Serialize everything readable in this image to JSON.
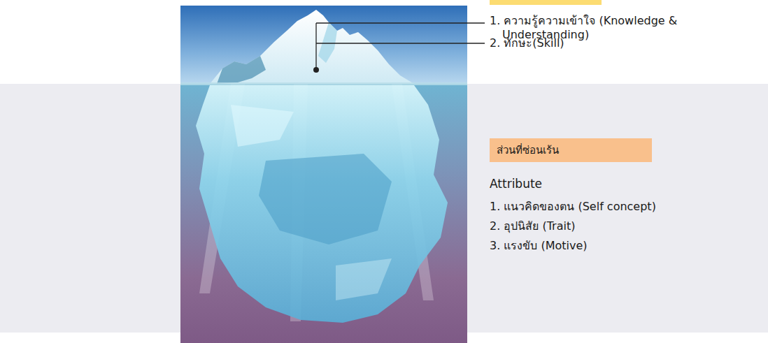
{
  "diagram": {
    "nodes": [
      {
        "text": [
          "ส่วนที่ซ่อนเร้น"
        ]
      }
    ],
    "labels": [
      "1. ความรู้ความเข้าใจ (Knowledge & Understanding)",
      "2. ทักษะ(Skill)",
      "Attribute",
      "1. แนวคิดของตน (Self concept)",
      "2. อุปนิสัย (Trait)",
      "3. แรงขับ (Motive)"
    ]
  }
}
